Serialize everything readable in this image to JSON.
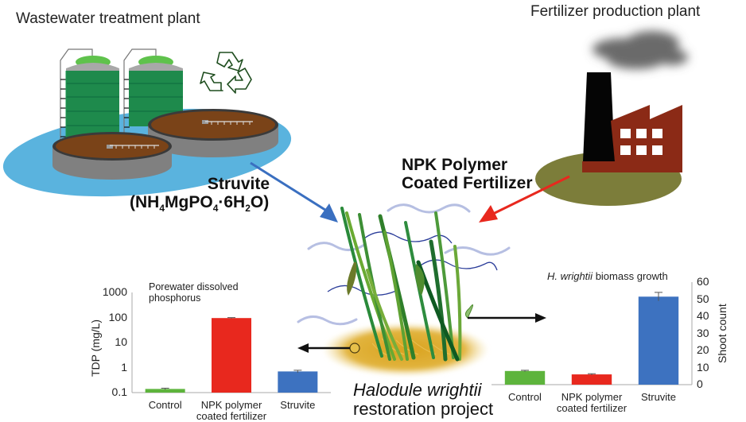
{
  "labels": {
    "wastewater_title": "Wastewater treatment plant",
    "fertilizer_title": "Fertilizer production plant",
    "struvite_name": "Struvite",
    "struvite_formula_parts": [
      "(NH",
      "4",
      "MgPO",
      "4",
      "·6H",
      "2",
      "O)"
    ],
    "npk_line1": "NPK Polymer",
    "npk_line2": "Coated Fertilizer",
    "species_italic": "Halodule wrightii",
    "species_line2": "restoration project"
  },
  "icons": {
    "recycle": "recycle-icon",
    "factory": "factory-icon",
    "seagrass": "seagrass-icon",
    "digester_tanks": "digester-tank-icon",
    "clarifier_basins": "clarifier-basin-icon"
  },
  "colors": {
    "struvite_arrow": "#3a6fc0",
    "npk_arrow": "#e8281e",
    "control_bar": "#5db43c",
    "npk_bar": "#e8281e",
    "struvite_bar": "#3d72c0",
    "tank_green": "#1e8a4c",
    "basin_water": "#59b4e0",
    "sludge": "#7a4318",
    "ground": "#7c7d3a",
    "factory": "#8b2a16",
    "sediment": "#d8a628"
  },
  "chart_data": [
    {
      "type": "bar",
      "title": "Porewater dissolved phosphorus",
      "title_lines": [
        "Porewater dissolved",
        "phosphorus"
      ],
      "categories": [
        "Control",
        "NPK polymer coated fertilizer",
        "Struvite"
      ],
      "category_lines": [
        [
          "Control"
        ],
        [
          "NPK polymer",
          "coated fertilizer"
        ],
        [
          "Struvite"
        ]
      ],
      "values": [
        0.14,
        95,
        0.7
      ],
      "errors": [
        0.01,
        4,
        0.08
      ],
      "ylabel": "TDP (mg/L)",
      "xlabel": "",
      "yscale": "log",
      "ylim": [
        0.1,
        1000
      ],
      "yticks": [
        "0.1",
        "1",
        "10",
        "100",
        "1000"
      ],
      "ytick_values": [
        0.1,
        1,
        10,
        100,
        1000
      ],
      "grid": false
    },
    {
      "type": "bar",
      "title": "H. wrightii biomass growth",
      "title_italic": "H. wrightii",
      "title_rest": " biomass growth",
      "categories": [
        "Control",
        "NPK polymer coated fertilizer",
        "Struvite"
      ],
      "category_lines": [
        [
          "Control"
        ],
        [
          "NPK polymer",
          "coated fertilizer"
        ],
        [
          "Struvite"
        ]
      ],
      "values": [
        8,
        6,
        51.5
      ],
      "errors": [
        0.4,
        0.4,
        2.5
      ],
      "ylabel": "Shoot count",
      "xlabel": "",
      "yscale": "linear",
      "ylim": [
        0,
        60
      ],
      "yticks": [
        "0",
        "10",
        "20",
        "30",
        "40",
        "50",
        "60"
      ],
      "ytick_values": [
        0,
        10,
        20,
        30,
        40,
        50,
        60
      ],
      "yaxis_side": "right",
      "grid": false
    }
  ]
}
